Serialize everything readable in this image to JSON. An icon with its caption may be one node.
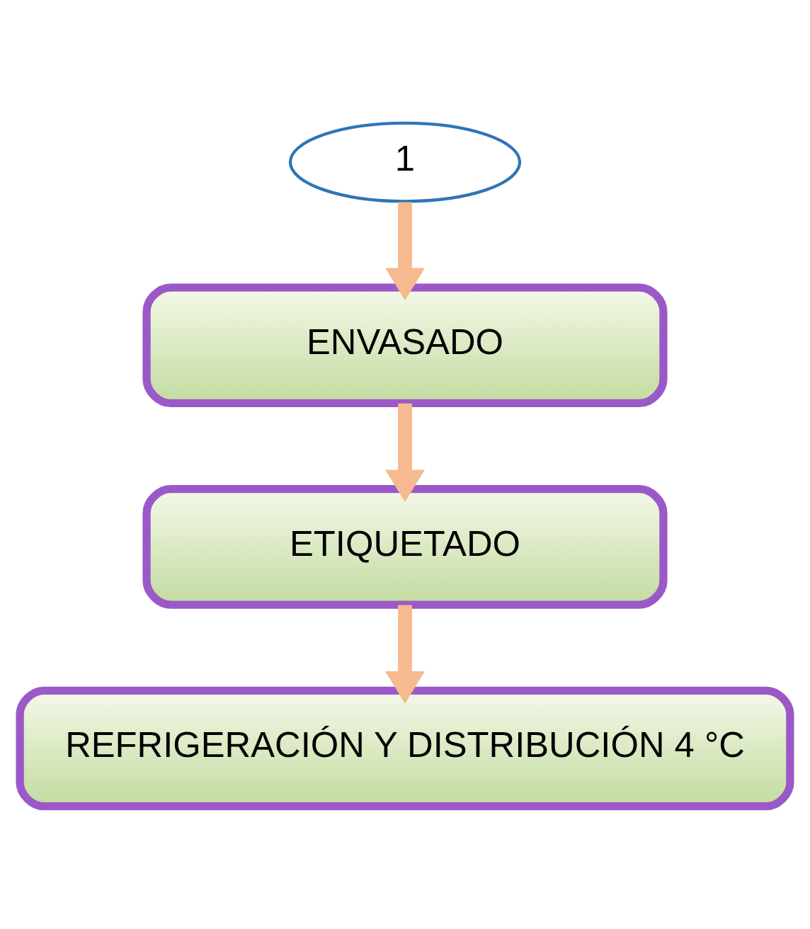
{
  "diagram": {
    "nodes": [
      {
        "text": [
          "1"
        ]
      },
      {
        "text": [
          "ENVASADO"
        ]
      },
      {
        "text": [
          "ETIQUETADO"
        ]
      },
      {
        "text": [
          "REFRIGERACIÓN Y DISTRIBUCIÓN 4 °C"
        ]
      }
    ],
    "edges": [
      {
        "from": 0,
        "to": 1,
        "arrow": "to"
      },
      {
        "from": 1,
        "to": 2,
        "arrow": "to"
      },
      {
        "from": 2,
        "to": 3,
        "arrow": "to"
      }
    ]
  }
}
